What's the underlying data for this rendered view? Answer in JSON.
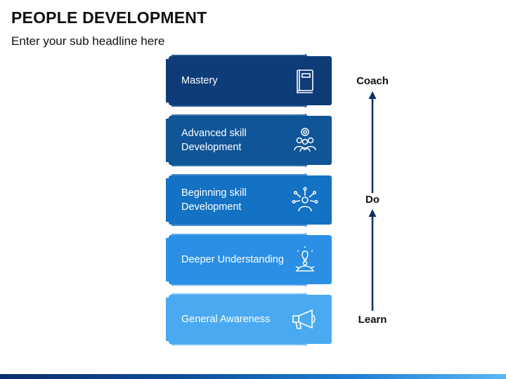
{
  "title": "PEOPLE DEVELOPMENT",
  "subtitle": "Enter your sub headline here",
  "stages": [
    {
      "label": "Mastery",
      "icon": "book-icon",
      "color": "#0d3c78",
      "shade": "#2b5b93"
    },
    {
      "label": "Advanced skill\nDevelopment",
      "icon": "team-icon",
      "color": "#0f5597",
      "shade": "#3a76ad"
    },
    {
      "label": "Beginning skill\nDevelopment",
      "icon": "idea-person-icon",
      "color": "#1472c4",
      "shade": "#4a90d2"
    },
    {
      "label": "Deeper Understanding",
      "icon": "meditation-icon",
      "color": "#2b8fe6",
      "shade": "#62abee"
    },
    {
      "label": "General Awareness",
      "icon": "megaphone-icon",
      "color": "#49aaf2",
      "shade": "#7cc3f6"
    }
  ],
  "levels": {
    "top": "Coach",
    "middle": "Do",
    "bottom": "Learn"
  },
  "colors": {
    "arrow": "#0d2f66",
    "bottom_bar": "#0e4c96"
  }
}
